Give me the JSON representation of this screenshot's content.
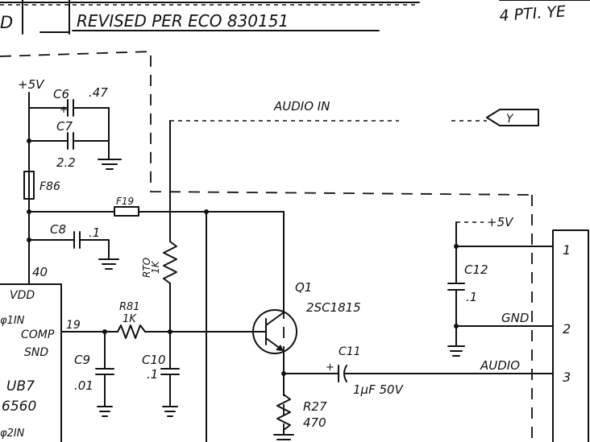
{
  "revision": {
    "rev_letter": "D",
    "description": "REVISED PER ECO 830151",
    "signature_fragment": "4 PTI. YE"
  },
  "labels": {
    "v5_left": "+5V",
    "c6": "C6",
    "c6_value": ".47",
    "c7": "C7",
    "c7_value": "2.2",
    "f86": "F86",
    "f19": "F19",
    "c8": "C8",
    "c8_value": ".1",
    "pin40": "40",
    "rto": "RTO",
    "rto_value": "1K",
    "audio_in": "AUDIO IN",
    "connector_y": "Y",
    "v5_right": "+5V",
    "c12": "C12",
    "c12_value": ".1",
    "gnd": "GND",
    "audio": "AUDIO",
    "pin1": "1",
    "pin2": "2",
    "pin3": "3",
    "q1": "Q1",
    "q1_part": "2SC1815",
    "r81": "R81",
    "r81_value": "1K",
    "c9": "C9",
    "c9_value": ".01",
    "c10": "C10",
    "c10_value": ".1",
    "c11": "C11",
    "c11_value": "1μF 50V",
    "r27": "R27",
    "r27_value": "470",
    "pin19": "19",
    "ic_vdd": "VDD",
    "ic_phi1": "φ1IN",
    "ic_comp": "COMP",
    "ic_snd": "SND",
    "ic_ub7": "UB7",
    "ic_6560": "6560",
    "ic_phi2": "φ2IN"
  }
}
